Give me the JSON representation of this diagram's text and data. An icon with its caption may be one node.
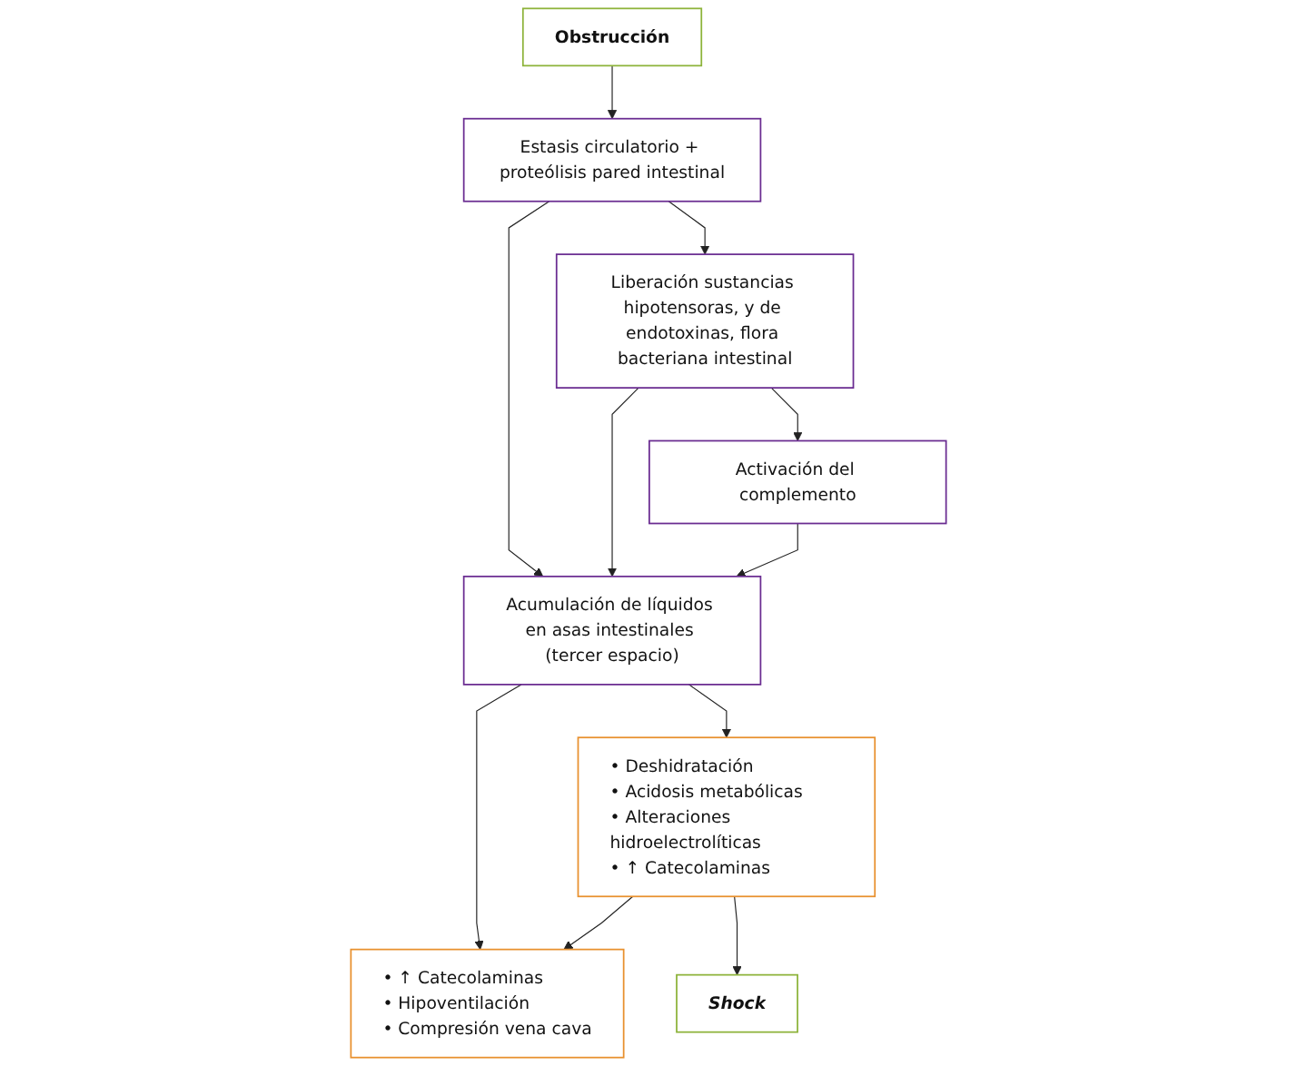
{
  "diagram": {
    "nodes": [
      {
        "text": [
          "Obstrucción"
        ]
      },
      {
        "text": [
          "Estasis circulatorio + proteólisis pared intestinal"
        ]
      },
      {
        "text": [
          "Liberación sustancias hipotensoras, y de endotoxinas, flora bacteriana intestinal"
        ]
      },
      {
        "text": [
          "Activación del complemento"
        ]
      },
      {
        "text": [
          "Acumulación de líquidos en asas intestinales (tercer espacio)"
        ]
      },
      {
        "text": [
          "• ↑ Catecolaminas",
          "• Hipoventilación",
          "• Compresión vena cava"
        ]
      },
      {
        "text": [
          "• Deshidratación",
          "• Acidosis metabólicas",
          "• Alteraciones hidroelectrolíticas",
          "• ↑ Catecolaminas"
        ]
      },
      {
        "text": [
          "Shock"
        ]
      }
    ],
    "edges": [
      {
        "from": 0,
        "to": 1,
        "arrow": "to"
      },
      {
        "from": 1,
        "to": 2,
        "arrow": "to"
      },
      {
        "from": 2,
        "to": 3,
        "arrow": "to"
      },
      {
        "from": 1,
        "to": 4,
        "arrow": "to"
      },
      {
        "from": 2,
        "to": 4,
        "arrow": "to"
      },
      {
        "from": 3,
        "to": 4,
        "arrow": "to"
      },
      {
        "from": 4,
        "to": 5,
        "arrow": "to"
      },
      {
        "from": 4,
        "to": 6,
        "arrow": "to"
      },
      {
        "from": 6,
        "to": 5,
        "arrow": "to"
      },
      {
        "from": 6,
        "to": 7,
        "arrow": "to"
      }
    ]
  }
}
